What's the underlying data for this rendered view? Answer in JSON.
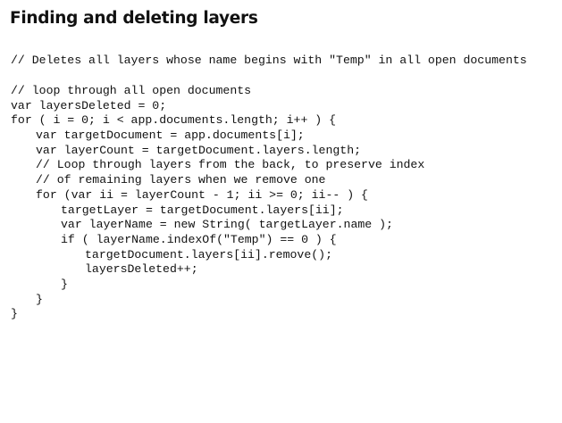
{
  "title": "Finding and deleting layers",
  "intro_comment": "// Deletes all layers whose name begins with \"Temp\" in all open documents",
  "code_lines": [
    {
      "indent": 0,
      "text": "// loop through all open documents"
    },
    {
      "indent": 0,
      "text": "var layersDeleted = 0;"
    },
    {
      "indent": 0,
      "text": "for ( i = 0; i < app.documents.length; i++ ) {"
    },
    {
      "indent": 1,
      "text": "var targetDocument = app.documents[i];"
    },
    {
      "indent": 1,
      "text": "var layerCount = targetDocument.layers.length;"
    },
    {
      "indent": 1,
      "text": "// Loop through layers from the back, to preserve index"
    },
    {
      "indent": 1,
      "text": "// of remaining layers when we remove one"
    },
    {
      "indent": 1,
      "text": "for (var ii = layerCount - 1; ii >= 0; ii-- ) {"
    },
    {
      "indent": 2,
      "text": "targetLayer = targetDocument.layers[ii];"
    },
    {
      "indent": 2,
      "text": "var layerName = new String( targetLayer.name );"
    },
    {
      "indent": 2,
      "text": "if ( layerName.indexOf(\"Temp\") == 0 ) {"
    },
    {
      "indent": 3,
      "text": "targetDocument.layers[ii].remove();"
    },
    {
      "indent": 3,
      "text": "layersDeleted++;"
    },
    {
      "indent": 2,
      "text": "}"
    },
    {
      "indent": 1,
      "text": "}"
    },
    {
      "indent": 0,
      "text": "}"
    }
  ]
}
